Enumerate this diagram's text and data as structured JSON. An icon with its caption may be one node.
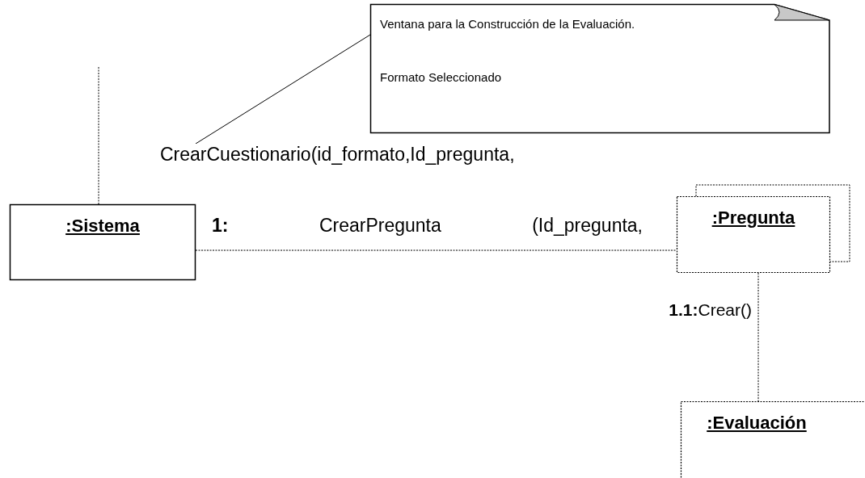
{
  "diagram": {
    "nodes": [
      {
        "text": [
          ":Sistema"
        ]
      },
      {
        "text": [
          "Ventana para la Construcción de la Evaluación.",
          "Formato Seleccionado"
        ]
      },
      {
        "text": [
          "CrearCuestionario(id_formato,Id_pregunta,"
        ]
      },
      {
        "text": [
          ":Pregunta"
        ]
      },
      {
        "text": [
          ":Evaluación"
        ]
      }
    ],
    "edges": [
      {
        "from": null,
        "to": 0,
        "arrow": "none",
        "style": "dashed"
      },
      {
        "from": 1,
        "to": 2,
        "arrow": "none"
      },
      {
        "from": 0,
        "to": 3,
        "arrow": "none",
        "style": "dashed",
        "label": "**1:** CrearPregunta (Id_pregunta,"
      },
      {
        "from": 3,
        "to": 4,
        "arrow": "none",
        "style": "dashed",
        "label": "**1.1:**Crear()"
      }
    ]
  }
}
